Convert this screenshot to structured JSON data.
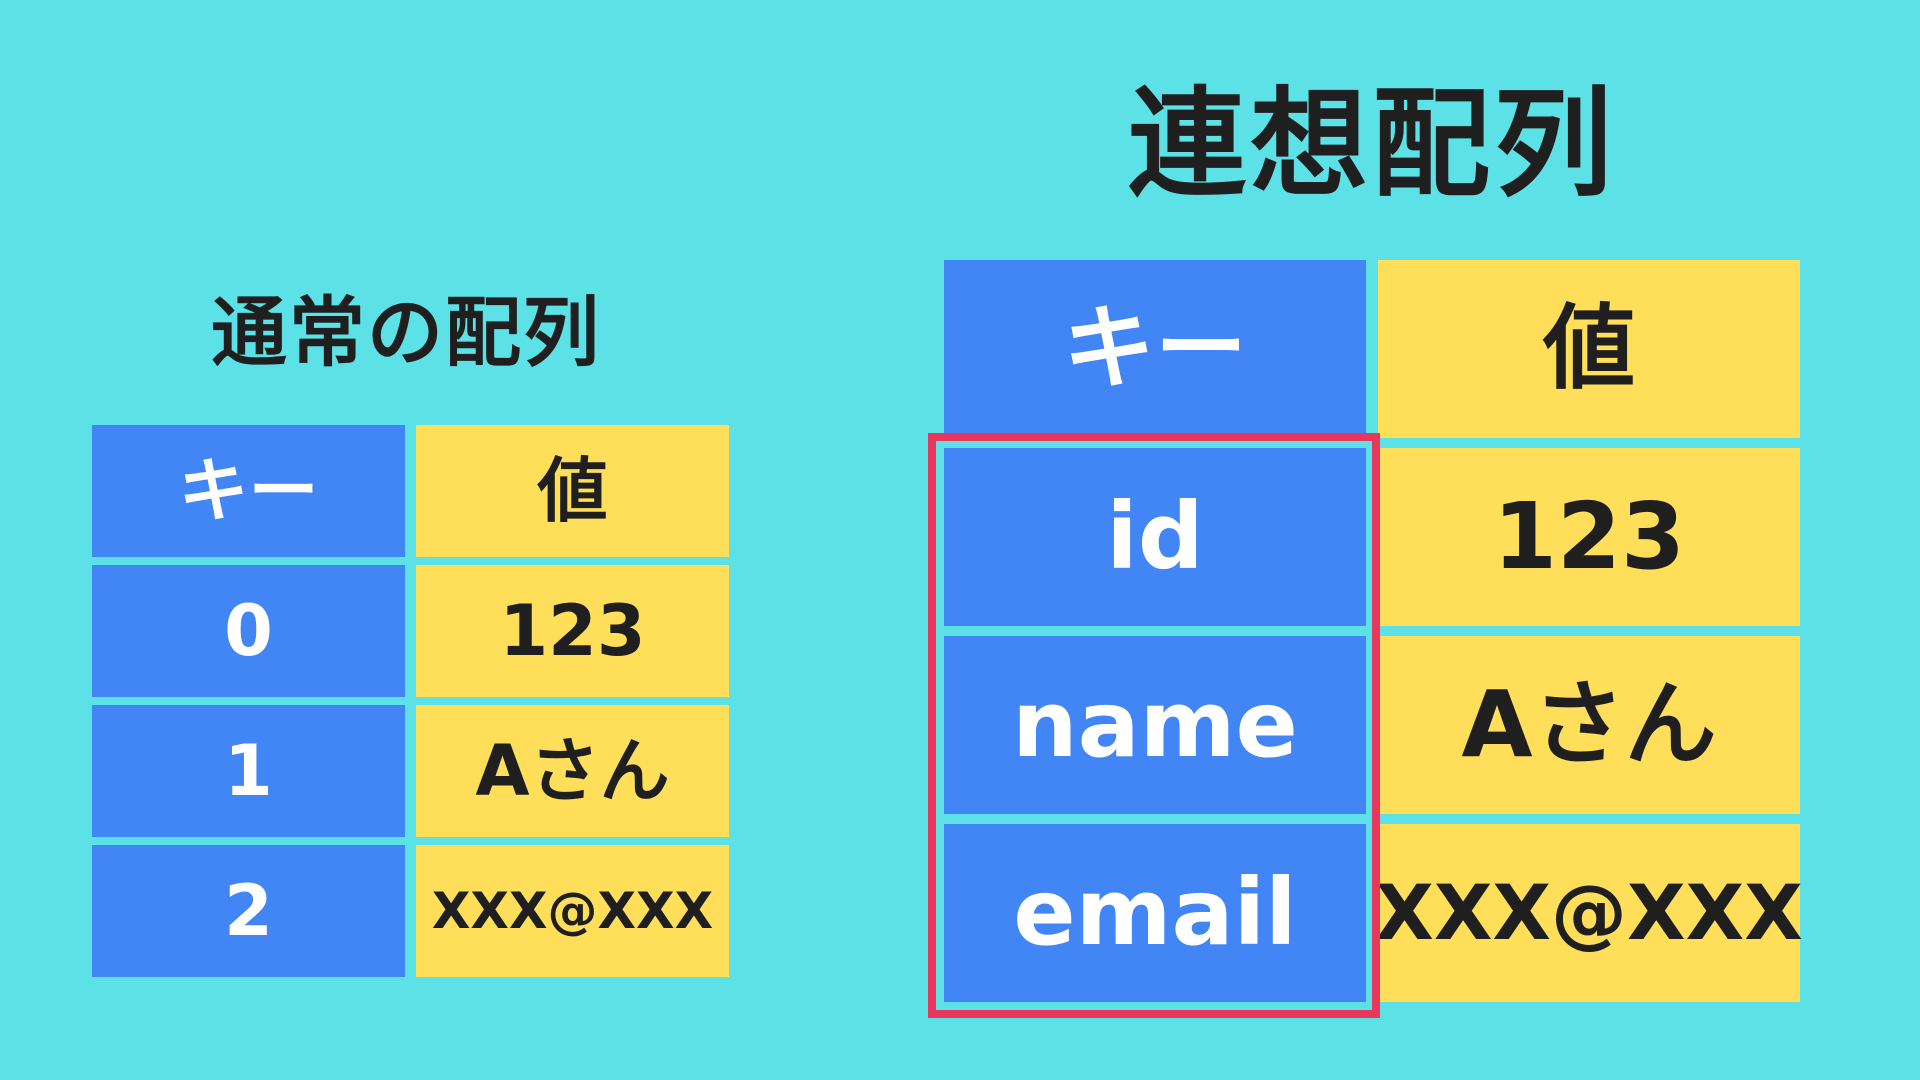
{
  "left": {
    "title": "通常の配列",
    "header": {
      "key": "キー",
      "value": "値"
    },
    "rows": [
      {
        "key": "0",
        "value": "123"
      },
      {
        "key": "1",
        "value": "Aさん"
      },
      {
        "key": "2",
        "value": "XXX@XXX"
      }
    ]
  },
  "right": {
    "title": "連想配列",
    "header": {
      "key": "キー",
      "value": "値"
    },
    "rows": [
      {
        "key": "id",
        "value": "123"
      },
      {
        "key": "name",
        "value": "Aさん"
      },
      {
        "key": "email",
        "value": "XXX@XXX"
      }
    ],
    "highlight_color": "#e8365d"
  },
  "colors": {
    "background": "#5ce1e6",
    "key_cell": "#4285f4",
    "value_cell": "#ffde59",
    "text_dark": "#1f1f1f",
    "text_light": "#ffffff"
  }
}
